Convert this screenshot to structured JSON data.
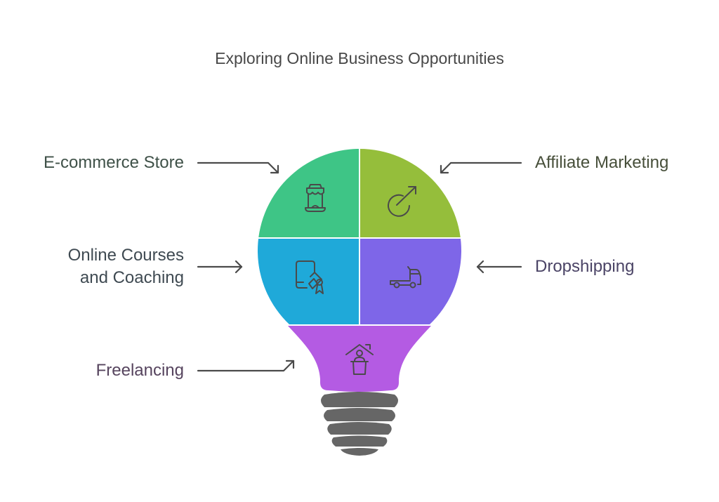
{
  "title": "Exploring Online Business Opportunities",
  "segments": [
    {
      "label_lines": [
        "E-commerce Store"
      ],
      "icon": "storefront-icon",
      "color": "#3ec586",
      "text_color": "#3f5148"
    },
    {
      "label_lines": [
        "Affiliate Marketing"
      ],
      "icon": "arrow-out-of-circle-icon",
      "color": "#95be3b",
      "text_color": "#474f3a"
    },
    {
      "label_lines": [
        "Online Courses",
        "and Coaching"
      ],
      "icon": "phone-certificate-icon",
      "color": "#1fa9d9",
      "text_color": "#3f4a52"
    },
    {
      "label_lines": [
        "Dropshipping"
      ],
      "icon": "truck-icon",
      "color": "#7e66e8",
      "text_color": "#4b4466"
    },
    {
      "label_lines": [
        "Freelancing"
      ],
      "icon": "home-office-person-icon",
      "color": "#b45be3",
      "text_color": "#56445e"
    }
  ],
  "base_color": "#666666",
  "arrow_color": "#4a4a4a"
}
